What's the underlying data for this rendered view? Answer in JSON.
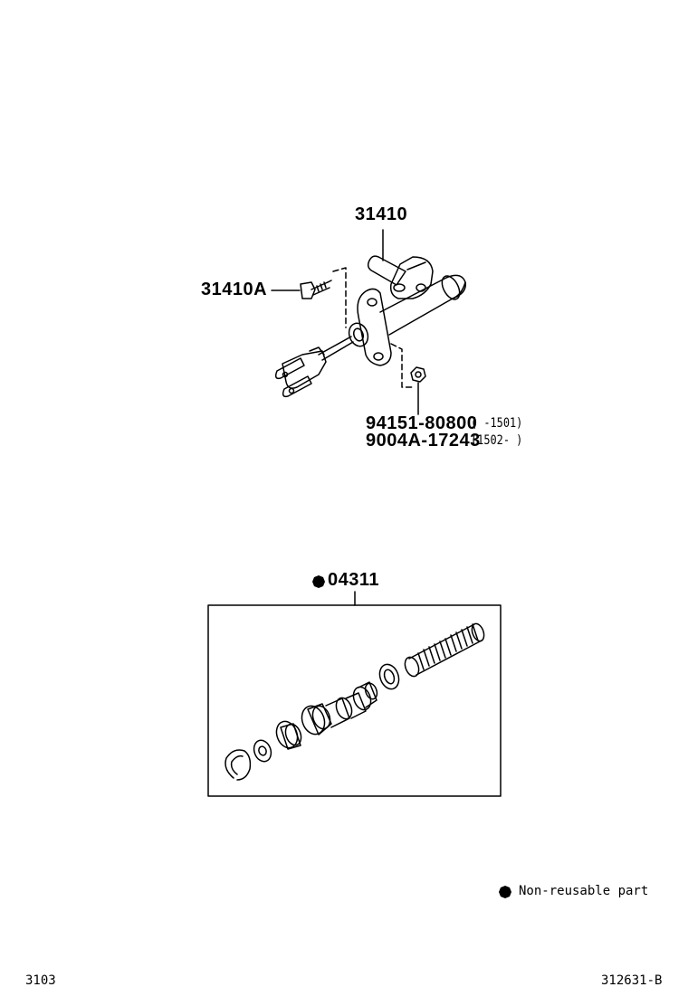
{
  "parts": {
    "master_cylinder": "31410",
    "bolt": "31410A",
    "nut_1": "94151-80800",
    "nut_1_range": "(      -1501)",
    "nut_2": "9004A-17243",
    "nut_2_range": "(1502-     )",
    "kit": "04311"
  },
  "legend": {
    "text": "Non-reusable part",
    "marker": "filled-hexagon"
  },
  "footer": {
    "left_code": "3103",
    "right_code": "312631-B"
  }
}
